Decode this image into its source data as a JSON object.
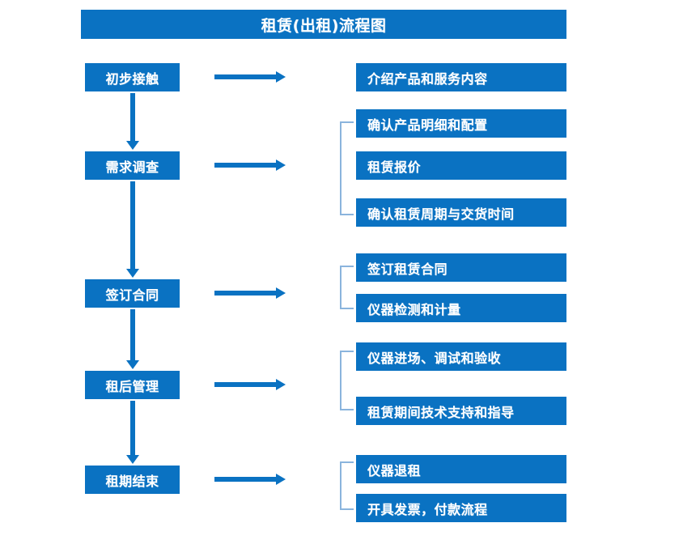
{
  "title": "租赁(出租)流程图",
  "theme": {
    "box_fill": "#0a72c2",
    "box_text": "#ffffff",
    "arrow": "#0a72c2",
    "bracket": "#8ab4dd",
    "background": "#ffffff"
  },
  "stages": [
    {
      "label": "初步接触"
    },
    {
      "label": "需求调查"
    },
    {
      "label": "签订合同"
    },
    {
      "label": "租后管理"
    },
    {
      "label": "租期结束"
    }
  ],
  "details": {
    "group1": [
      {
        "label": "介绍产品和服务内容"
      }
    ],
    "group2": [
      {
        "label": "确认产品明细和配置"
      },
      {
        "label": "租赁报价"
      },
      {
        "label": "确认租赁周期与交货时间"
      }
    ],
    "group3": [
      {
        "label": "签订租赁合同"
      },
      {
        "label": "仪器检测和计量"
      }
    ],
    "group4": [
      {
        "label": "仪器进场、调试和验收"
      },
      {
        "label": "租赁期间技术支持和指导"
      }
    ],
    "group5": [
      {
        "label": "仪器退租"
      },
      {
        "label": "开具发票，付款流程"
      }
    ]
  }
}
